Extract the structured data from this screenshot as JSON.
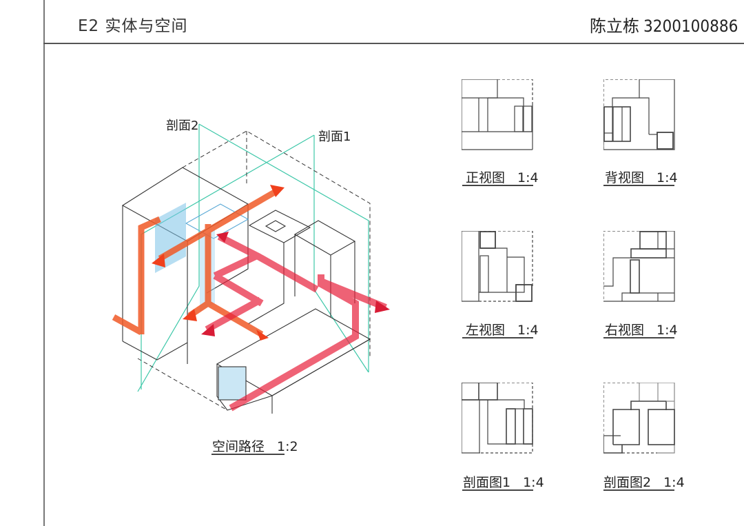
{
  "header": {
    "sheet_title": "E2  实体与空间",
    "author_name": "陈立栋",
    "student_id": "3200100886"
  },
  "axonometric": {
    "caption": "空间路径",
    "scale": "1:2",
    "section_labels": [
      "剖面2",
      "剖面1"
    ],
    "colors": {
      "section_plane": "#3cc7a8",
      "path_orange": "#f05a28",
      "path_red": "#e8213c",
      "glass_blue": "#7cc3e8",
      "line": "#333333"
    }
  },
  "views": [
    {
      "name": "正视图",
      "scale": "1:4"
    },
    {
      "name": "背视图",
      "scale": "1:4"
    },
    {
      "name": "左视图",
      "scale": "1:4"
    },
    {
      "name": "右视图",
      "scale": "1:4"
    },
    {
      "name": "剖面图1",
      "scale": "1:4"
    },
    {
      "name": "剖面图2",
      "scale": "1:4"
    }
  ]
}
